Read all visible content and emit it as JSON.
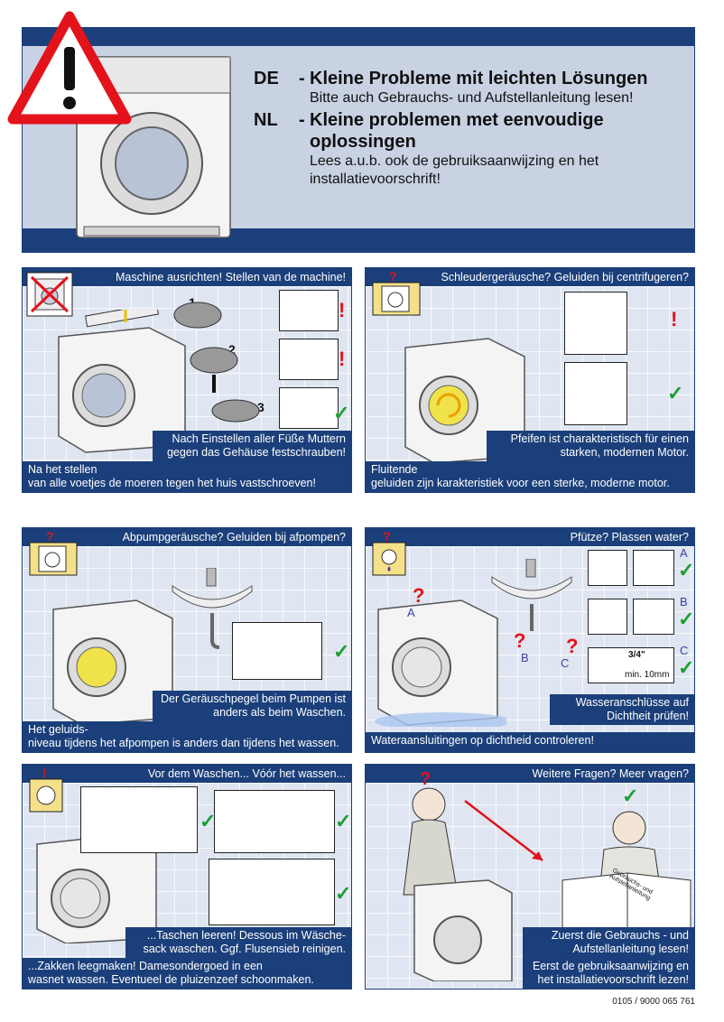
{
  "header": {
    "de_code": "DE",
    "de_title": "Kleine Probleme mit leichten Lösungen",
    "de_sub": "Bitte auch Gebrauchs- und Aufstellanleitung lesen!",
    "nl_code": "NL",
    "nl_title": "Kleine problemen met eenvoudige oplossingen",
    "nl_sub": "Lees a.u.b. ook de gebruiksaanwijzing en het installatievoorschrift!"
  },
  "panels": {
    "align": {
      "title": "Maschine ausrichten!   Stellen van de machine!",
      "step1": "1",
      "step2": "2",
      "step3": "3",
      "de_text": "Nach Einstellen aller Füße Muttern gegen das Gehäuse festschrauben!",
      "nl_text1": "Na het stellen",
      "nl_text2": "van alle voetjes de moeren tegen het huis vastschroeven!"
    },
    "spin": {
      "title": "Schleudergeräusche?  Geluiden bij centrifugeren?",
      "de_text": "Pfeifen ist charakteristisch für einen starken, modernen Motor.",
      "nl_text1": "Fluitende",
      "nl_text2": "geluiden zijn karakteristiek voor een sterke, moderne motor."
    },
    "pump": {
      "title": "Abpumpgeräusche?   Geluiden bij afpompen?",
      "de_text": "Der Geräuschpegel beim Pumpen ist anders als beim Waschen.",
      "nl_text1": "Het geluids-",
      "nl_text2": "niveau tijdens het afpompen is anders dan tijdens het wassen."
    },
    "puddle": {
      "title": "Pfütze?   Plassen water?",
      "label_a": "A",
      "label_b": "B",
      "label_c": "C",
      "measure": "min. 10mm",
      "fraction": "3/4\"",
      "de_text": "Wasseranschlüsse auf Dichtheit prüfen!",
      "nl_text": "Wateraansluitingen op dichtheid controleren!"
    },
    "before": {
      "title": "Vor dem Waschen...   Vóór het wassen...",
      "de_text": "...Taschen leeren! Dessous im Wäsche-sack waschen. Ggf. Flusensieb reinigen.",
      "nl_text1": "...Zakken leegmaken! Damesondergoed in een",
      "nl_text2": "wasnet wassen. Eventueel de pluizenzeef schoonmaken."
    },
    "questions": {
      "title": "Weitere Fragen?   Meer vragen?",
      "book_text": "Gebrauchs- und Aufstellanleitung",
      "de_text": "Zuerst die Gebrauchs - und Aufstellanleitung lesen!",
      "nl_text": "Eerst de gebruiksaanwijzing en het installatievoorschrift lezen!"
    }
  },
  "footer_code": "0105 / 9000 065 761",
  "colors": {
    "navy": "#1b3f7a",
    "red": "#e3121b",
    "green": "#1d9e34"
  }
}
